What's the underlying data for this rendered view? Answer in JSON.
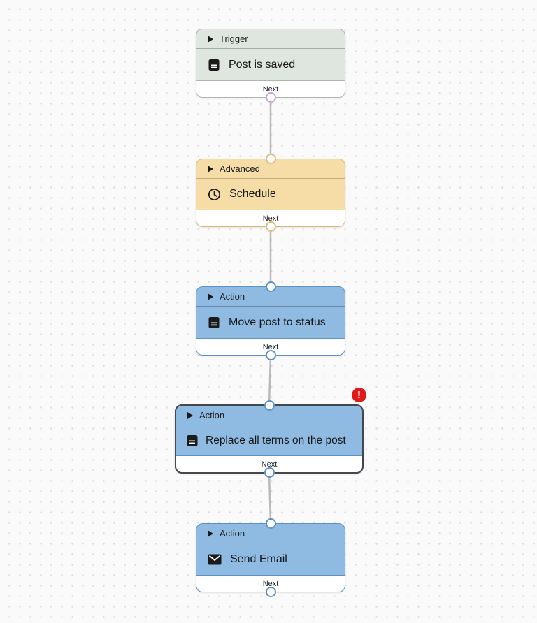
{
  "canvas": {
    "background_color": "#fafafa",
    "dot_color": "#d9d9d9"
  },
  "themes": {
    "trigger": {
      "fill": "#dfe5df",
      "border": "#aeb6ae",
      "port": "#c7a6d3"
    },
    "advanced": {
      "fill": "#f6dca6",
      "border": "#d8b97b",
      "port": "#ddbc80"
    },
    "action": {
      "fill": "#8fbbe3",
      "border": "#5d92c4",
      "port": "#5d92c4"
    },
    "selected_border": "#44484c",
    "error_color": "#de1b1b",
    "connector_color": "#b9b9b9"
  },
  "nodes": [
    {
      "category": "Trigger",
      "title": "Post is saved",
      "icon": "document-icon",
      "footer_label": "Next",
      "has_error": false
    },
    {
      "category": "Advanced",
      "title": "Schedule",
      "icon": "clock-icon",
      "footer_label": "Next",
      "has_error": false
    },
    {
      "category": "Action",
      "title": "Move post to status",
      "icon": "document-icon",
      "footer_label": "Next",
      "has_error": false
    },
    {
      "category": "Action",
      "title": "Replace all terms on the post",
      "icon": "document-icon",
      "footer_label": "Next",
      "has_error": true
    },
    {
      "category": "Action",
      "title": "Send Email",
      "icon": "mail-icon",
      "footer_label": "Next",
      "has_error": false
    }
  ],
  "error_badge": {
    "glyph": "!"
  }
}
